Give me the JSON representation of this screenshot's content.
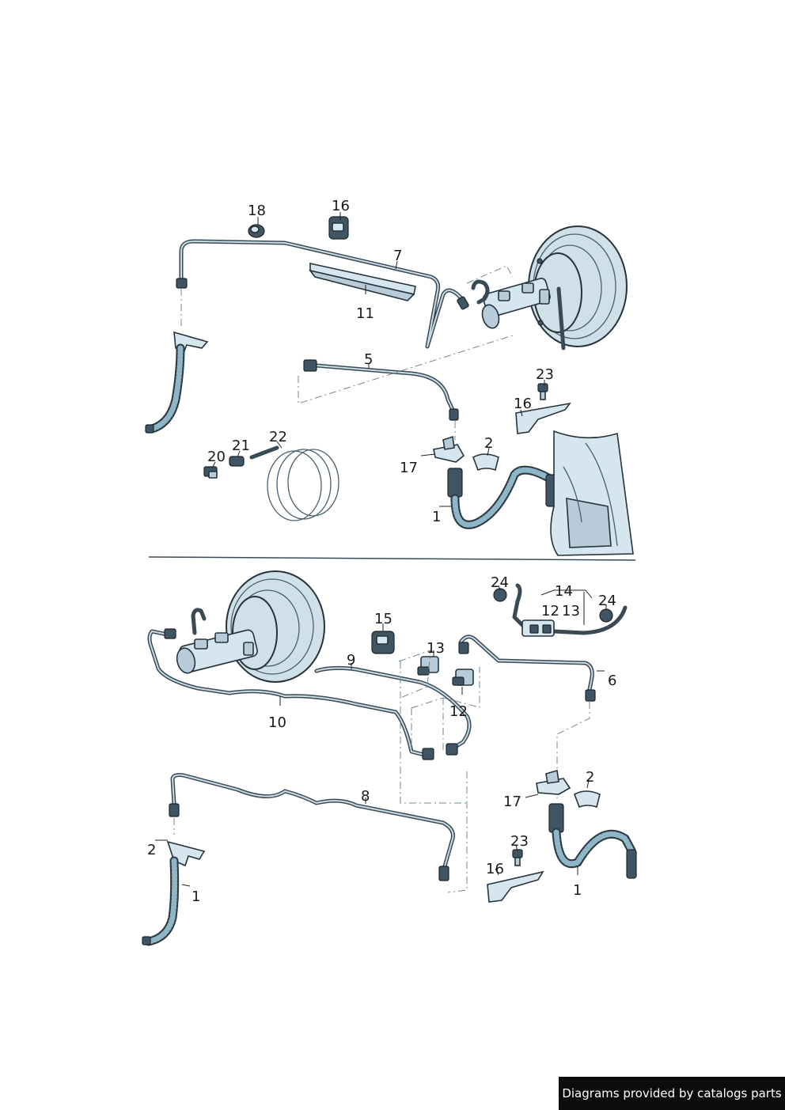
{
  "labels": {
    "top": {
      "l18": "18",
      "l16": "16",
      "l7": "7",
      "l11": "11",
      "l5": "5",
      "l23": "23",
      "l16b": "16",
      "l21": "21",
      "l22": "22",
      "l20": "20",
      "l2": "2",
      "l17": "17",
      "l1": "1"
    },
    "bottom": {
      "l24a": "24",
      "l14": "14",
      "l24b": "24",
      "l12a": "12",
      "l13a": "13",
      "l15": "15",
      "l13b": "13",
      "l9": "9",
      "l6": "6",
      "l10": "10",
      "l12b": "12",
      "l8": "8",
      "l2a": "2",
      "l1a": "1",
      "l17": "17",
      "l2b": "2",
      "l23": "23",
      "l16": "16",
      "l1b": "1"
    }
  },
  "footer": {
    "credit": "Diagrams provided by catalogs parts"
  }
}
